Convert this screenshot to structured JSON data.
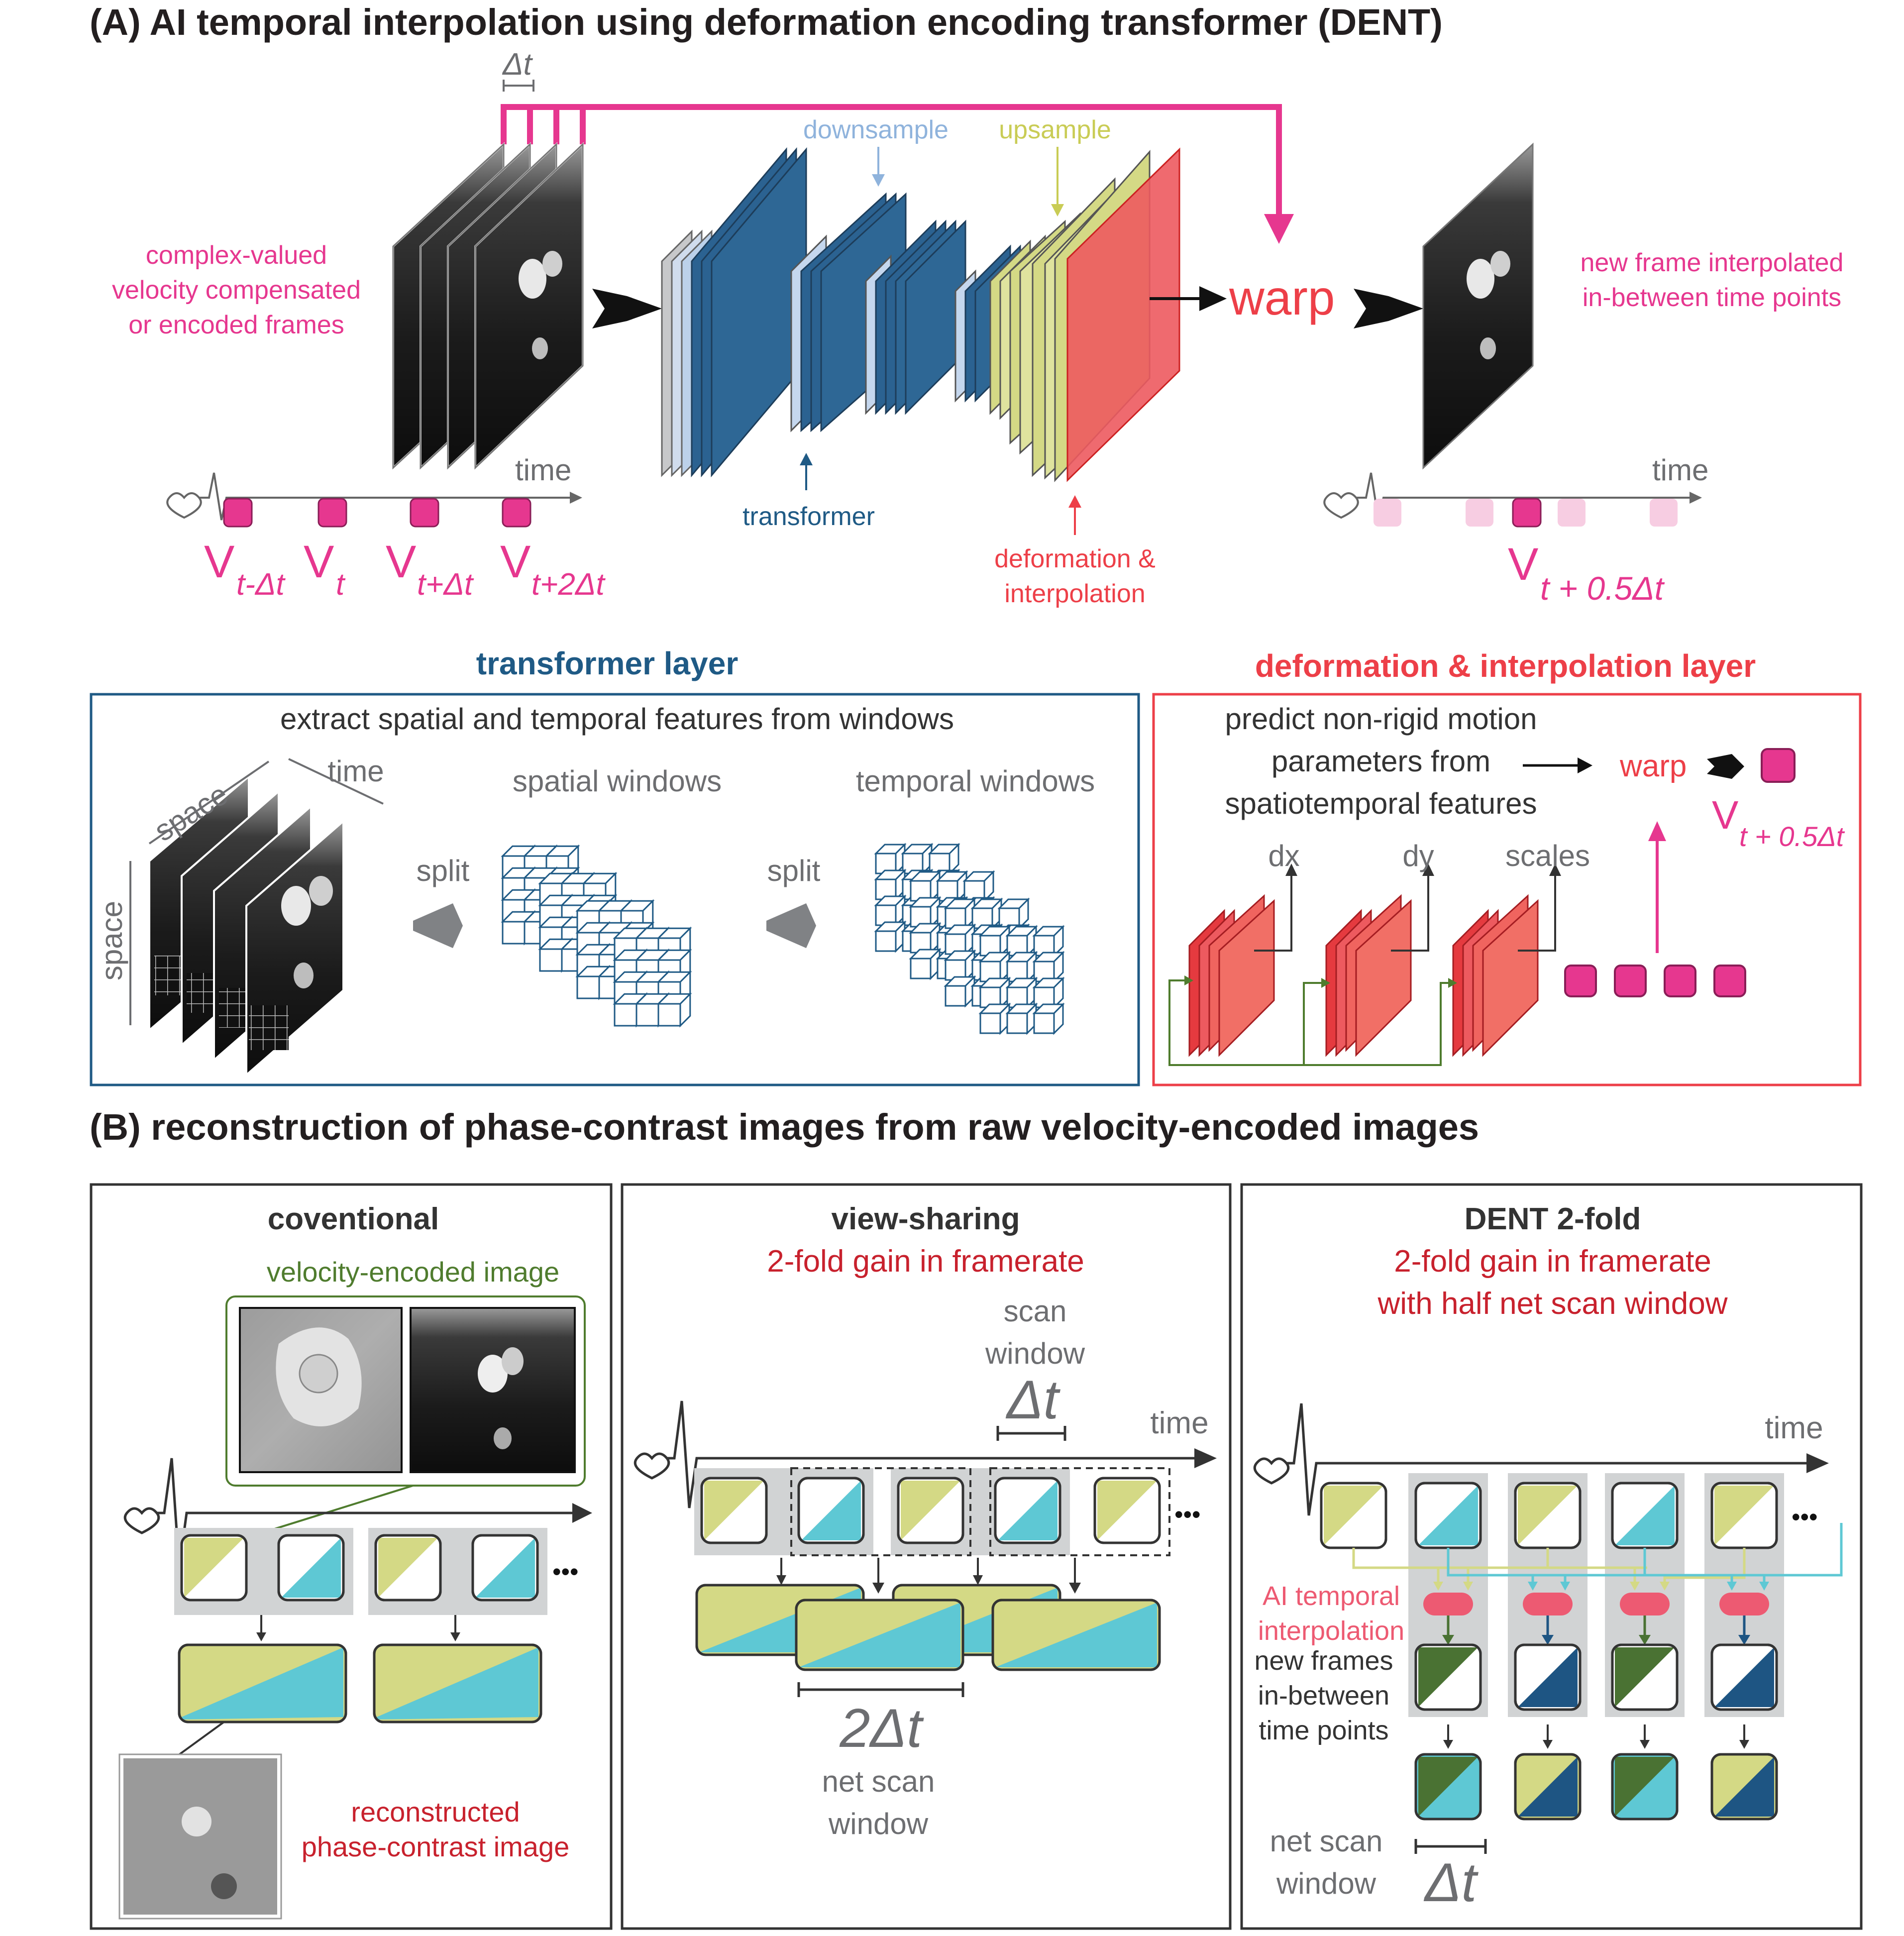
{
  "colors": {
    "pink": "#e6378f",
    "red": "#ed3f48",
    "dark_red": "#c8212d",
    "blue": "#1f5a85",
    "light_blue": "#8fb3dc",
    "gray": "#6d6e71",
    "dark": "#333333",
    "olive": "#d4d985",
    "cyan": "#5ec8d4",
    "dark_green": "#4a7233",
    "navy": "#1e5583",
    "green_line": "#4f7c2e"
  },
  "panel_a": {
    "title": "(A) AI temporal interpolation using deformation encoding transformer (DENT)",
    "delta_t": "Δt",
    "input_label": [
      "complex-valued",
      "velocity compensated",
      "or encoded frames"
    ],
    "time_left": "time",
    "time_right": "time",
    "v_labels": [
      {
        "v": "V",
        "sub": "t-Δt"
      },
      {
        "v": "V",
        "sub": "t"
      },
      {
        "v": "V",
        "sub": "t+Δt"
      },
      {
        "v": "V",
        "sub": "t+2Δt"
      }
    ],
    "downsample": "downsample",
    "upsample": "upsample",
    "transformer": "transformer",
    "deformation": [
      "deformation &",
      "interpolation"
    ],
    "warp": "warp",
    "output_label": [
      "new frame interpolated",
      "in-between time points"
    ],
    "v_out": {
      "v": "V",
      "sub": "t + 0.5Δt"
    }
  },
  "transformer_layer": {
    "title": "transformer layer",
    "extract": "extract spatial and temporal features from windows",
    "space_top": "space",
    "time": "time",
    "space_side": "space",
    "split1": "split",
    "split2": "split",
    "spatial_windows": "spatial windows",
    "temporal_windows": "temporal windows"
  },
  "deformation_layer": {
    "title": "deformation & interpolation layer",
    "predict": [
      "predict non-rigid motion",
      "parameters from",
      "spatiotemporal features"
    ],
    "warp": "warp",
    "v_out": {
      "v": "V",
      "sub": "t + 0.5Δt"
    },
    "dx": "dx",
    "dy": "dy",
    "scales": "scales"
  },
  "panel_b": {
    "title": "(B) reconstruction of phase-contrast images from raw velocity-encoded images",
    "conventional": {
      "title": "coventional",
      "velocity_encoded": "velocity-encoded image",
      "reconstructed": [
        "reconstructed",
        "phase-contrast image"
      ],
      "ellipsis": "•••"
    },
    "view_sharing": {
      "title": "view-sharing",
      "gain": "2-fold gain in framerate",
      "scan_window": [
        "scan",
        "window"
      ],
      "delta_t": "Δt",
      "time": "time",
      "two_delta_t": "2Δt",
      "net_scan_window": [
        "net scan",
        "window"
      ],
      "ellipsis": "•••"
    },
    "dent": {
      "title": "DENT 2-fold",
      "gain": [
        "2-fold gain in framerate",
        "with half net scan window"
      ],
      "time": "time",
      "ai_label": [
        "AI temporal",
        "interpolation"
      ],
      "new_frames": [
        "new frames",
        "in-between",
        "time points"
      ],
      "net_scan_window": [
        "net scan",
        "window"
      ],
      "delta_t": "Δt",
      "ellipsis": "•••"
    }
  }
}
